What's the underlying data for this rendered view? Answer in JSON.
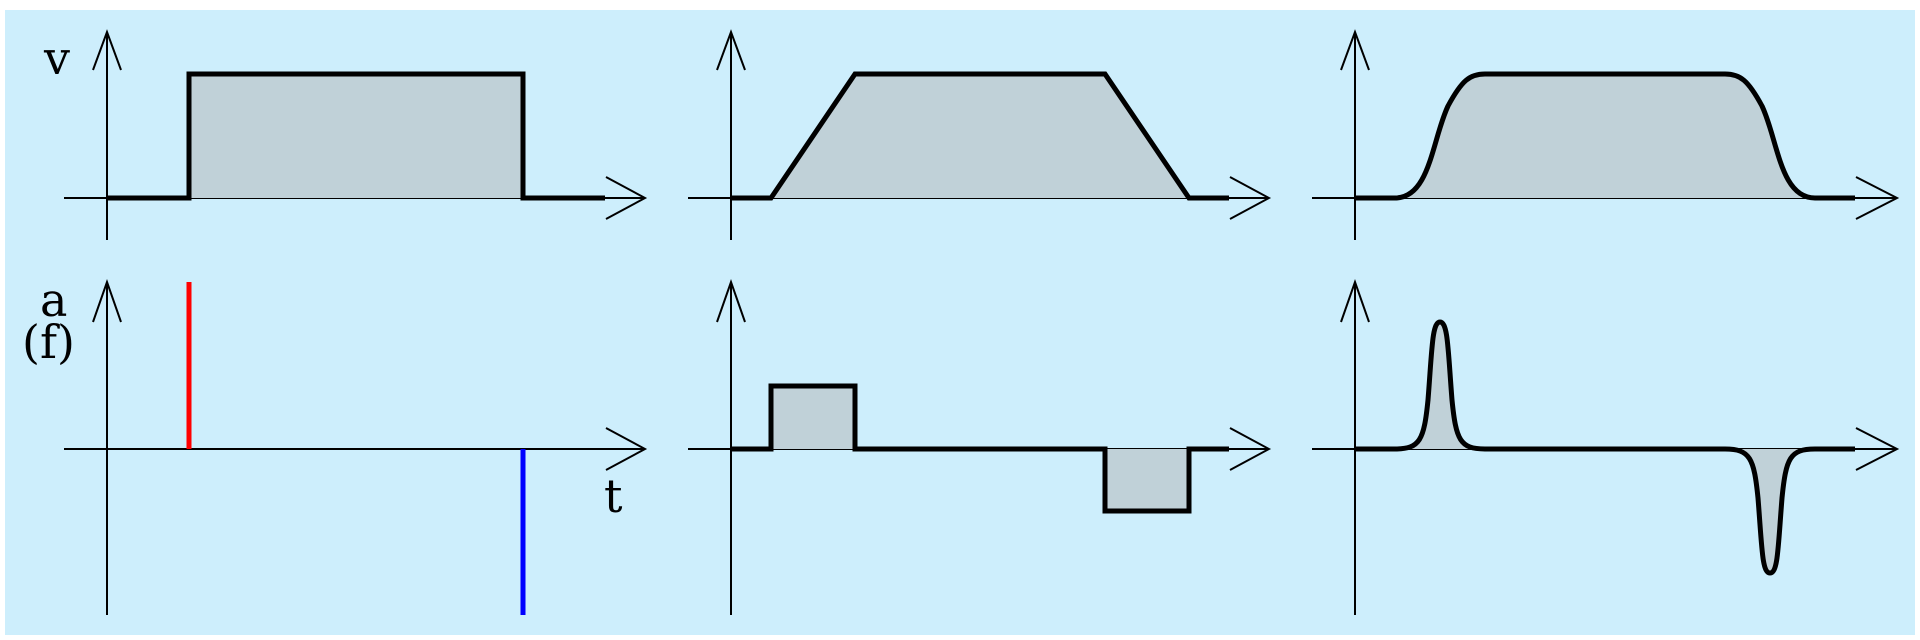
{
  "labels": {
    "velocity": "v",
    "acceleration": "a",
    "force": "(f)",
    "time": "t"
  },
  "colors": {
    "background": "#cdeefc",
    "area_fill": "#c0d1d8",
    "curve": "#000000",
    "start_impulse": "#ff0000",
    "end_impulse": "#0000ff"
  },
  "columns": [
    {
      "velocity_profile": "rectangular",
      "acceleration_profile": "impulses"
    },
    {
      "velocity_profile": "trapezoidal",
      "acceleration_profile": "rectangular-pulses"
    },
    {
      "velocity_profile": "smooth-s-curve",
      "acceleration_profile": "bell-pulses"
    }
  ]
}
